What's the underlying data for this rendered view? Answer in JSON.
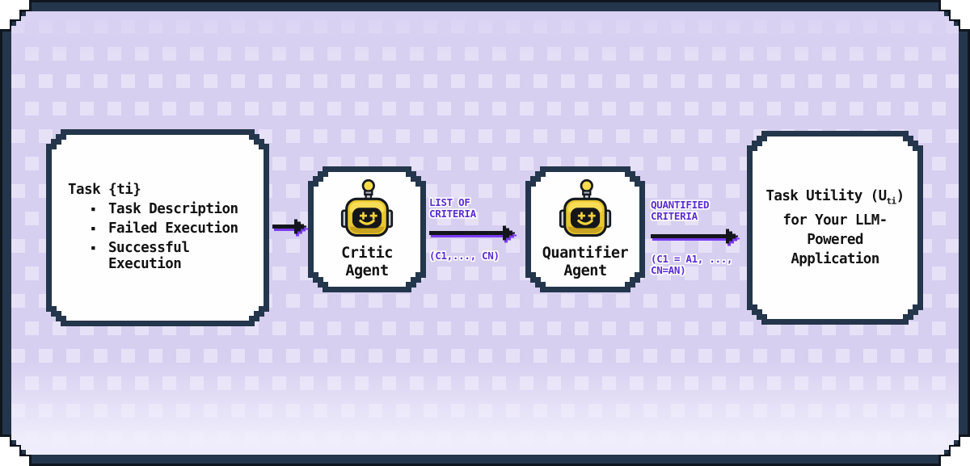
{
  "diagram": {
    "task_box": {
      "title": "Task {ti}",
      "bullet_char": "▪",
      "bullets": [
        "Task Description",
        "Failed Execution",
        "Successful Execution"
      ]
    },
    "critic": {
      "label": "Critic\nAgent"
    },
    "quantifier": {
      "label": "Quantifier\nAgent"
    },
    "arrow1": {
      "top_label": "LIST OF\nCRITERIA",
      "bottom_label": "(C1,..., CN)"
    },
    "arrow2": {
      "top_label": "QUANTIFIED\nCRITERIA",
      "bottom_label": "(C1 = A1, ...,\nCN=AN)"
    },
    "output_box": {
      "title_prefix": "Task Utility (U",
      "title_sub": "ti",
      "title_suffix": ")",
      "subtitle": "for Your LLM-\nPowered\nApplication"
    }
  },
  "colors": {
    "frame_navy": "#24364b",
    "frame_black": "#10161f",
    "background_lavender": "#d7cff0",
    "checker_square": "#e7e1f8",
    "box_fill": "#fffeff",
    "accent_purple_text": "#5a2dd2",
    "arrow_purple": "#7a3bf0",
    "arrow_black": "#14161c",
    "robot_yellow": "#e9c72e"
  }
}
